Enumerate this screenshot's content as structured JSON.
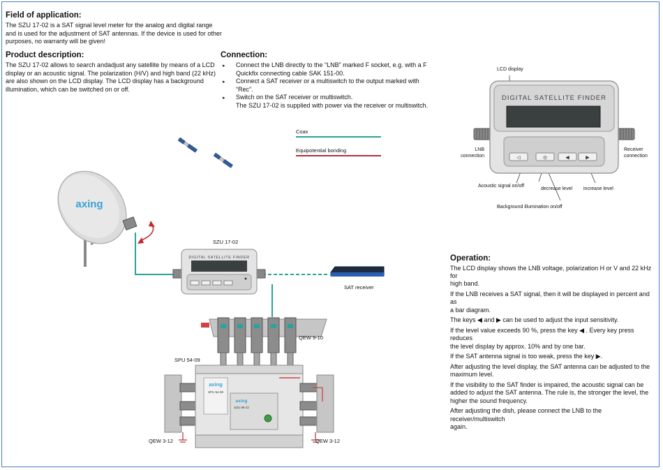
{
  "field": {
    "heading": "Field of application:",
    "lines": [
      "The SZU 17-02 is a SAT signal level meter for the analog and digital range",
      "and is used for the adjustment of SAT antennas. If the device is used for other",
      "purposes, no warranty will be given!"
    ]
  },
  "product": {
    "heading": "Product description:",
    "lines": [
      "The SZU 17-02 allows to search andadjust any satellite by means of a LCD",
      "display or an acoustic signal. The polarization (H/V) and high band (22 kHz)",
      "are also shown on the LCD display. The LCD display has a background",
      "illumination, which can be switched on or off."
    ]
  },
  "connection": {
    "heading": "Connection:",
    "items": [
      {
        "lines": [
          "Connect the LNB directly to the “LNB” marked F socket, e.g. with a F",
          "Quickfix connecting cable SAK 151-00."
        ]
      },
      {
        "lines": [
          "Connect a SAT receiver or a multiswitch to the output marked with",
          "“Rec”."
        ]
      },
      {
        "lines": [
          "Switch on the SAT receiver or multiswitch.",
          "The SZU 17-02 is supplied with power via the receiver or multiswitch."
        ]
      }
    ]
  },
  "legend": {
    "coax": "Coax",
    "bonding": "Equipotential bonding",
    "coax_color": "#2aa39a",
    "bonding_color": "#b0303a"
  },
  "device": {
    "lcd_text": "DIGITAL SATELLITE FINDER",
    "labels": {
      "lcd_display": "LCD display",
      "lnb_line1": "LNB",
      "lnb_line2": "connection",
      "receiver_line1": "Receiver",
      "receiver_line2": "connection",
      "acoustic": "Acoustic signal on/off",
      "decrease": "decrease level",
      "increase": "increase level",
      "background": "Background illumination on/off"
    }
  },
  "diagram": {
    "dish_brand": "axing",
    "szu_label": "SZU 17-02",
    "small_lcd_text": "DIGITAL SATELLITE FINDER",
    "sat_receiver": "SAT receiver",
    "qew_9_10": "QEW 9-10",
    "spu_label": "SPU 54-09",
    "qew_3_12_left": "QEW 3-12",
    "qew_3_12_right": "QEW 3-12",
    "multiswitch_brand": "axing",
    "multiswitch_model": "SPU 54-09",
    "module_brand": "axing",
    "module_model": "SZU 99-22"
  },
  "operation": {
    "heading": "Operation:",
    "paragraphs": [
      {
        "lines": [
          "The LCD display shows the LNB voltage, polarization H or V and 22 kHz for",
          "high band."
        ]
      },
      {
        "lines": [
          "If the LNB receives a SAT signal, then it will be displayed in percent and as",
          "a bar diagram."
        ]
      },
      {
        "lines": [
          "The keys ◀ and ▶ can be used to adjust the input sensitivity."
        ]
      },
      {
        "lines": [
          "If the level value exceeds 90 %, press the key ◀ . Every key press reduces",
          "the level display by approx. 10% and by one bar."
        ]
      },
      {
        "lines": [
          "If the SAT antenna signal is too weak, press the key ▶."
        ]
      },
      {
        "lines": [
          "After adjusting the level display, the SAT antenna can be adjusted to the",
          "maximum level."
        ]
      },
      {
        "lines": [
          "If the visibility to the SAT finder is impaired, the acoustic signal can be",
          "added to adjust the SAT antenna. The rule is, the stronger the level, the",
          "higher the sound frequency."
        ]
      },
      {
        "lines": [
          "After adjusting the dish, please connect the LNB to the receiver/multiswitch",
          "again."
        ]
      }
    ]
  }
}
